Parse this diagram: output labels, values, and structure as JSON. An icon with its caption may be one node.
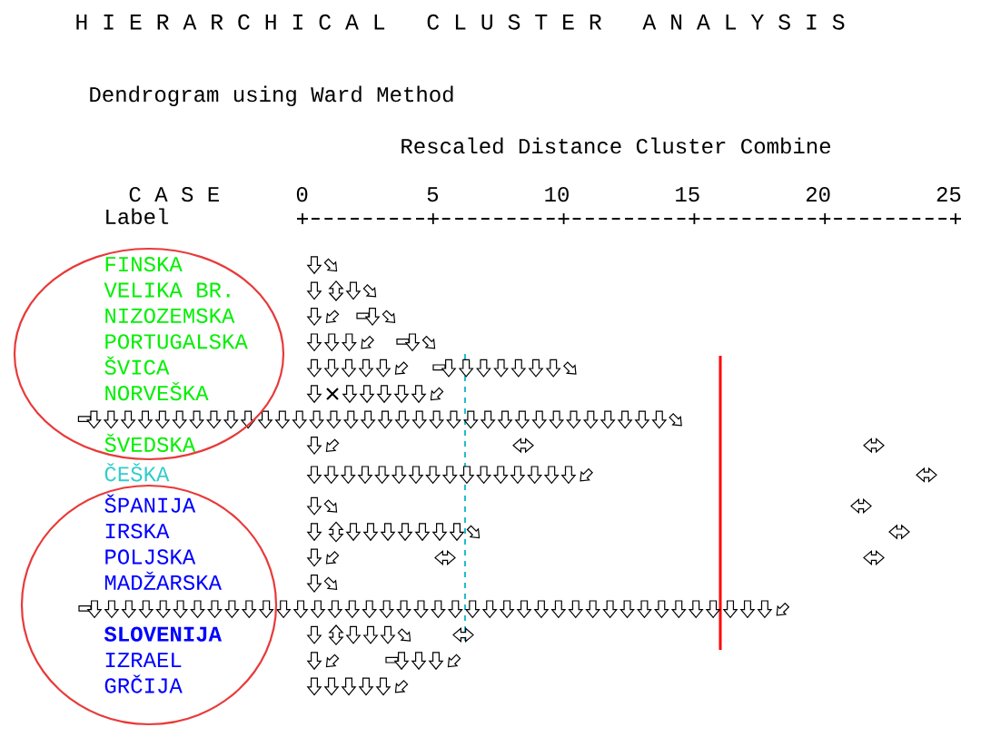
{
  "diagram": {
    "title": "H I E R A R C H I C A L   C L U S T E R   A N A L Y S I S",
    "nodes": [
      {
        "text": [
          "FINSKA",
          "VELIKA BR.",
          "NIZOZEMSKA",
          "PORTUGALSKA",
          "ŠVICA",
          "NORVEŠKA",
          "ŠVEDSKA"
        ]
      },
      {
        "text": [
          "ŠPANIJA",
          "IRSKA",
          "POLJSKA",
          "MADŽARSKA",
          "SLOVENIJA",
          "IZRAEL",
          "GRČIJA"
        ]
      }
    ],
    "labels": [
      "Dendrogram using Ward Method",
      "Rescaled Distance Cluster Combine",
      "C A S E",
      "0",
      "5",
      "10",
      "15",
      "20",
      "25",
      "Label",
      "ČEŠKA"
    ]
  }
}
